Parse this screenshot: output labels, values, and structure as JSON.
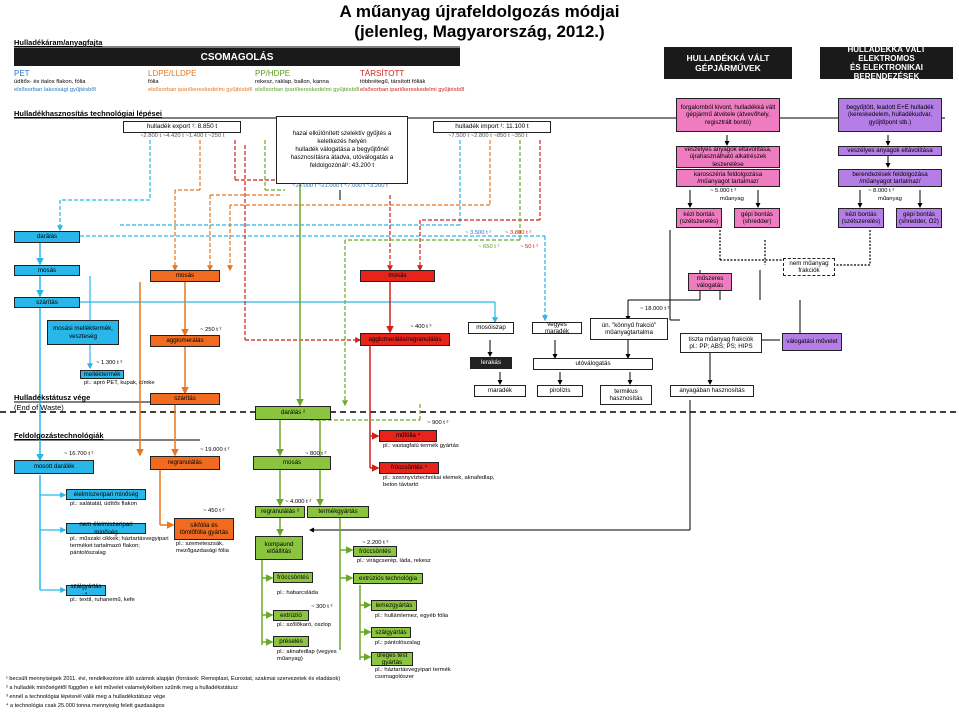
{
  "title": {
    "line1": "A műanyag újrafeldolgozás módjai",
    "line2": "(jelenleg, Magyarország, 2012.)"
  },
  "headers": {
    "waste_type": "Hulladékáram/anyagfajta",
    "recovery": "Hulladékhasznosítás technológiai lépései",
    "end_of_waste_1": "Hulladékstátusz vége",
    "end_of_waste_2": "(End of Waste)",
    "processing": "Feldolgozástechnológiák"
  },
  "bars": {
    "packaging": "CSOMAGOLÁS",
    "vehicles_1": "HULLADÉKKÁ VÁLT",
    "vehicles_2": "GÉPJÁRMŰVEK",
    "electronics_1": "HULLADÉKKÁ VÁLT ELEKTROMOS",
    "electronics_2": "ÉS ELEKTRONIKAI BERENDEZÉSEK"
  },
  "materials": [
    {
      "name": "PET",
      "l1": "üdítős- és italos flakon, fólia",
      "l2": "elsősorban lakossági gyűjtésből",
      "color": "#1e78c8"
    },
    {
      "name": "LDPE/LLDPE",
      "l1": "fólia",
      "l2": "elsősorban ipari/kereskedelmi gyűjtésből",
      "color": "#e8761e"
    },
    {
      "name": "PP/HDPE",
      "l1": "rekesz, raklap, ballon, kanna",
      "l2": "elsősorban ipari/kereskedelmi gyűjtésből",
      "color": "#5a9e1e"
    },
    {
      "name": "TÁRSÍTOTT",
      "l1": "többrétegű, társított fóliák",
      "l2": "elsősorban ipari/kereskedelmi gyűjtésből",
      "color": "#d0201a"
    }
  ],
  "boxes": {
    "export": "hulladék export ¹: 8.850 t",
    "import": "hulladék import ¹: 11.100 t",
    "center_1": "hazai elkülönített szelektív gyűjtés a keletkezés helyén",
    "center_2": "hulladék válogatása a begyűjtőnél",
    "center_3": "hasznosításra átadva, utóválogatás a feldolgozónál¹: 43.200 t",
    "darálás": "darálás",
    "mosás_blue": "mosás",
    "szárítás_blue": "szárítás",
    "mosasi_mellek": "mosási melléktermék, veszteség",
    "mellektermek": "melléktermék",
    "mosas_orange": "mosás",
    "agglomeralas": "agglomerálás",
    "szaritas_orange": "szárítás",
    "mosas_red": "mosás",
    "agglo_regranul": "agglomerálás/regranulálás",
    "daralas_green": "darálás ²",
    "mosas_green": "mosás",
    "regranulalas_orange": "regranulálás",
    "sikfolia": "síkfólia és tömlőfólia gyártás",
    "mosott_daralek": "mosott darálék",
    "elelmiszer": "élelmiszeripari minőség",
    "nem_elelmiszer": "nem élelmiszeripari minőség",
    "szalgyartas": "szálgyártás ⁴",
    "regranulalas_green": "regranulálás ³",
    "termekgyartas": "termékgyártás",
    "kompaund": "kompaund előállítás",
    "froccsontes_green": "fröccsöntés",
    "extrudio": "extrúzió",
    "preseles": "préselés",
    "froccsontes_right": "fröccsöntés",
    "extruzios_tech": "extrúziós technológia",
    "lemezgyartas": "lemezgyártás",
    "szalgyartas2": "szálgyártás",
    "uregestest": "üreges test gyártás",
    "mosasi_iszap": "mosóiszap",
    "vegyes_maradek": "vegyes maradék",
    "lerakas": "lerakás",
    "utovalogatas": "utóválogatás",
    "maradek": "maradék",
    "pirolizis": "pirolízis",
    "termikus": "termikus hasznosítás",
    "anyagaban": "anyagában hasznosítás",
    "mufolia_red": "műfólia ⁴",
    "froccsontes_red": "fröccsöntés ⁴",
    "konnyu_frakcio": "ún. \"könnyű frakció\" műanyagtartalma",
    "tiszta_frakciok_1": "tiszta műanyag frakciók",
    "tiszta_frakciok_2": "pl.: PP; ABS; PS; HIPS",
    "valogatasi_muvelet": "válogatási művelet",
    "nem_muanyag": "nem műanyag frakciók",
    "muszeres": "műszeres válogatás",
    "v1": "forgalomból kivont, hulladékká vált gépjármű átvétele (átvevőhely, regisztrált bontó)",
    "v2": "veszélyes anyagok eltávolítása, újrahasználható alkatrészek leszerelése",
    "v3": "karosszéria feldolgozása /műanyagot tartalmaz/",
    "v_kezi": "kézi bontás (szétszerelés)",
    "v_gepi": "gépi bontás (shredder)",
    "e1": "begyűjtött, leadott E+E hulladék (kereskedelem, hulladékudvar, gyűjtőpont stb.)",
    "e2": "veszélyes anyagok eltávolítása",
    "e3": "berendezések feldolgozása /műanyagot tartalmaz/",
    "e_kezi": "kézi bontás (szétszerelés)",
    "e_gepi": "gépi bontás (shredder, O2)"
  },
  "quantities": {
    "export_split": "~2.800 t ~4.420 t ~1.400 t ~250 t",
    "import_split": "~7.500 t ~2.800 t ~850 t ~350 t",
    "center_split": "~14.000 t ~21.000 t ~7.000 t ~3.200 t",
    "q3500": "~ 3.500 t ²",
    "q3800": "~ 3.800 t ²",
    "q650": "~ 650 t ²",
    "q50": "~ 50 t ²",
    "q250": "~ 250 t ²",
    "q400": "~ 400 t ²",
    "q1300": "~ 1.300 t ²",
    "q18000": "~ 18.000 t ²",
    "q5000": "~ 5.000 t ²",
    "q5000_u": "műanyag",
    "q8000": "~ 8.000 t ²",
    "q8000_u": "műanyag",
    "q900": "~ 900 t ²",
    "q16700": "~ 16.700 t ²",
    "q800": "~ 800 t ²",
    "q19000": "~ 19.000 t ²",
    "q450": "~ 450 t ²",
    "q4000": "~ 4.000 t ²",
    "q2200": "~ 2.200 t ²",
    "q300": "~ 300 t ²"
  },
  "notes": {
    "n_mellek": "pl.: apró PET, kupak, címke",
    "n_elelm": "pl.: salátatál, üdítős flakon",
    "n_nemelelm": "pl.: műszaki cikkek; háztartásvegyipari terméket tartalmazó flakon; pántolószalag",
    "n_szal": "pl.: textil, ruhanemű, kefe",
    "n_sikfolia": "pl.: szemeteszsák, mezőgazdasági fólia",
    "n_mufolia": "pl.: vastagfalú termék gyártás",
    "n_froccs_red": "pl.: szennyvíztechnikai elemek, aknafedlap, beton távtartó",
    "n_froccs_green": "pl.: habarcsláda",
    "n_extrudio": "pl.: szőlőkaró, oszlop",
    "n_preseles": "pl.: aknafedlap (vegyes műanyag)",
    "n_froccs_right": "pl.: virágcserép, láda, rekesz",
    "n_lemez": "pl.: hullámlemez, egyéb fólia",
    "n_szal2": "pl.: pántolószalag",
    "n_ureges": "pl.: háztartásvegyipari termék csomagolószer"
  },
  "footnotes": [
    "¹ becsült mennyiségek 2011. évi, rendelkezésre álló számok alapján (források: Remoplast, Eurostat, szakmai szervezetek és eladások)",
    "² a hulladék minőségétől függően e két művelet valamelyikében szűnik meg a hulladékstátusz",
    "³ ennél a technológiai lépésnél válik meg a hulladékstátusz vége",
    "⁴ a technológia csak 25.000 tonna mennyiség felett gazdaságos"
  ],
  "colors": {
    "blue": "#29b6e8",
    "orange": "#f06a1f",
    "red": "#e8231a",
    "green": "#8bc53f",
    "pink": "#ef7cc0",
    "purple": "#b47ee6"
  }
}
